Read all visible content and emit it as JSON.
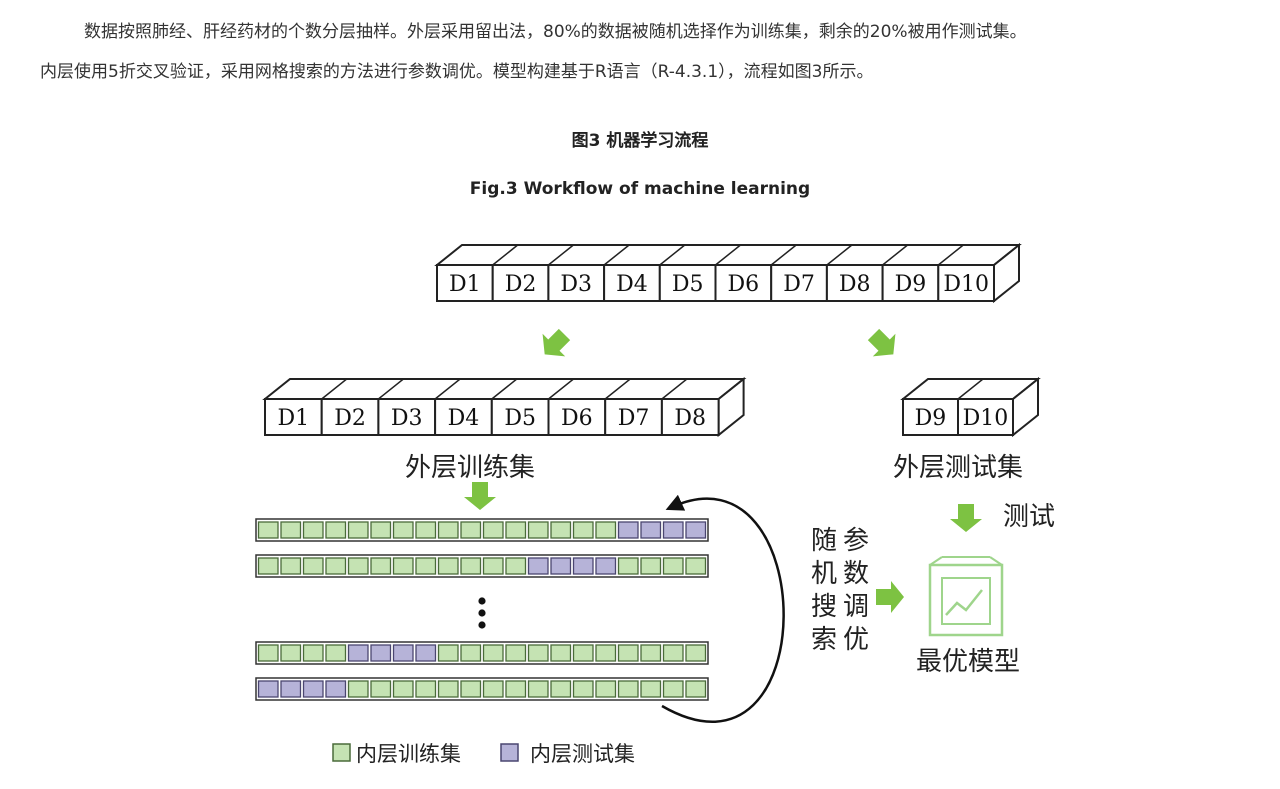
{
  "paragraph": {
    "line1": "数据按照肺经、肝经药材的个数分层抽样。外层采用留出法，80%的数据被随机选择作为训练集，剩余的20%被用作测试集。",
    "line2": "内层使用5折交叉验证，采用网格搜索的方法进行参数调优。模型构建基于R语言（R-4.3.1），流程如图3所示。"
  },
  "figure": {
    "title_cn": "图3 机器学习流程",
    "title_en": "Fig.3 Workflow of machine learning",
    "all_blocks": [
      "D1",
      "D2",
      "D3",
      "D4",
      "D5",
      "D6",
      "D7",
      "D8",
      "D9",
      "D10"
    ],
    "outer_train_blocks": [
      "D1",
      "D2",
      "D3",
      "D4",
      "D5",
      "D6",
      "D7",
      "D8"
    ],
    "outer_test_blocks": [
      "D9",
      "D10"
    ],
    "outer_train_label": "外层训练集",
    "outer_test_label": "外层测试集",
    "test_label": "测试",
    "random_search_label": [
      "随",
      "机",
      "搜",
      "索"
    ],
    "param_tuning_label": [
      "参",
      "数",
      "调",
      "优"
    ],
    "best_model_label": "最优模型",
    "ellipsis": "⋮",
    "inner_rows": [
      {
        "squares": 20,
        "test_start": 16,
        "test_len": 4
      },
      {
        "squares": 20,
        "test_start": 12,
        "test_len": 4
      },
      {
        "squares": 20,
        "test_start": 4,
        "test_len": 4
      },
      {
        "squares": 20,
        "test_start": 0,
        "test_len": 4
      }
    ],
    "legend": {
      "train_label": "内层训练集",
      "test_label": "内层测试集"
    },
    "colors": {
      "train": "#c5e3b3",
      "train_border": "#4a6b3a",
      "test": "#b6b3d8",
      "test_border": "#4a4670",
      "arrow": "#7dc242",
      "model_icon": "#9fd58c",
      "block_stroke": "#222222"
    }
  }
}
